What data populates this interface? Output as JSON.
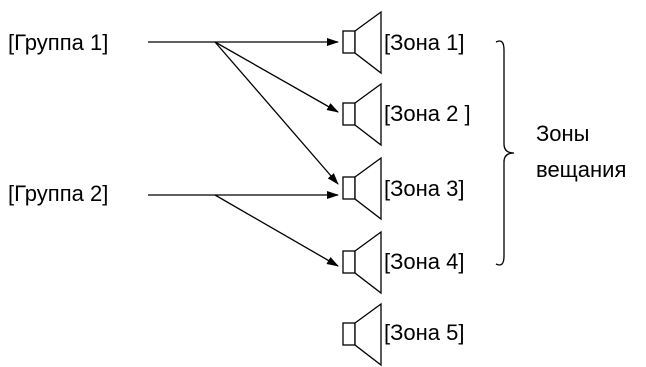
{
  "groups": [
    {
      "label": "[Группа 1]"
    },
    {
      "label": "[Группа 2]"
    }
  ],
  "zones": [
    {
      "label": "[Зона 1]"
    },
    {
      "label": "[Зона 2 ]"
    },
    {
      "label": "[Зона 3]"
    },
    {
      "label": "[Зона 4]"
    },
    {
      "label": "[Зона 5]"
    }
  ],
  "brace_label": {
    "line1": "Зоны",
    "line2": "вещания"
  },
  "connections": [
    {
      "from": "[Группа 1]",
      "to": "[Зона 1]"
    },
    {
      "from": "[Группа 1]",
      "to": "[Зона 2 ]"
    },
    {
      "from": "[Группа 1]",
      "to": "[Зона 3]"
    },
    {
      "from": "[Группа 2]",
      "to": "[Зона 3]"
    },
    {
      "from": "[Группа 2]",
      "to": "[Зона 4]"
    }
  ],
  "speaker_icon": "speaker-icon"
}
